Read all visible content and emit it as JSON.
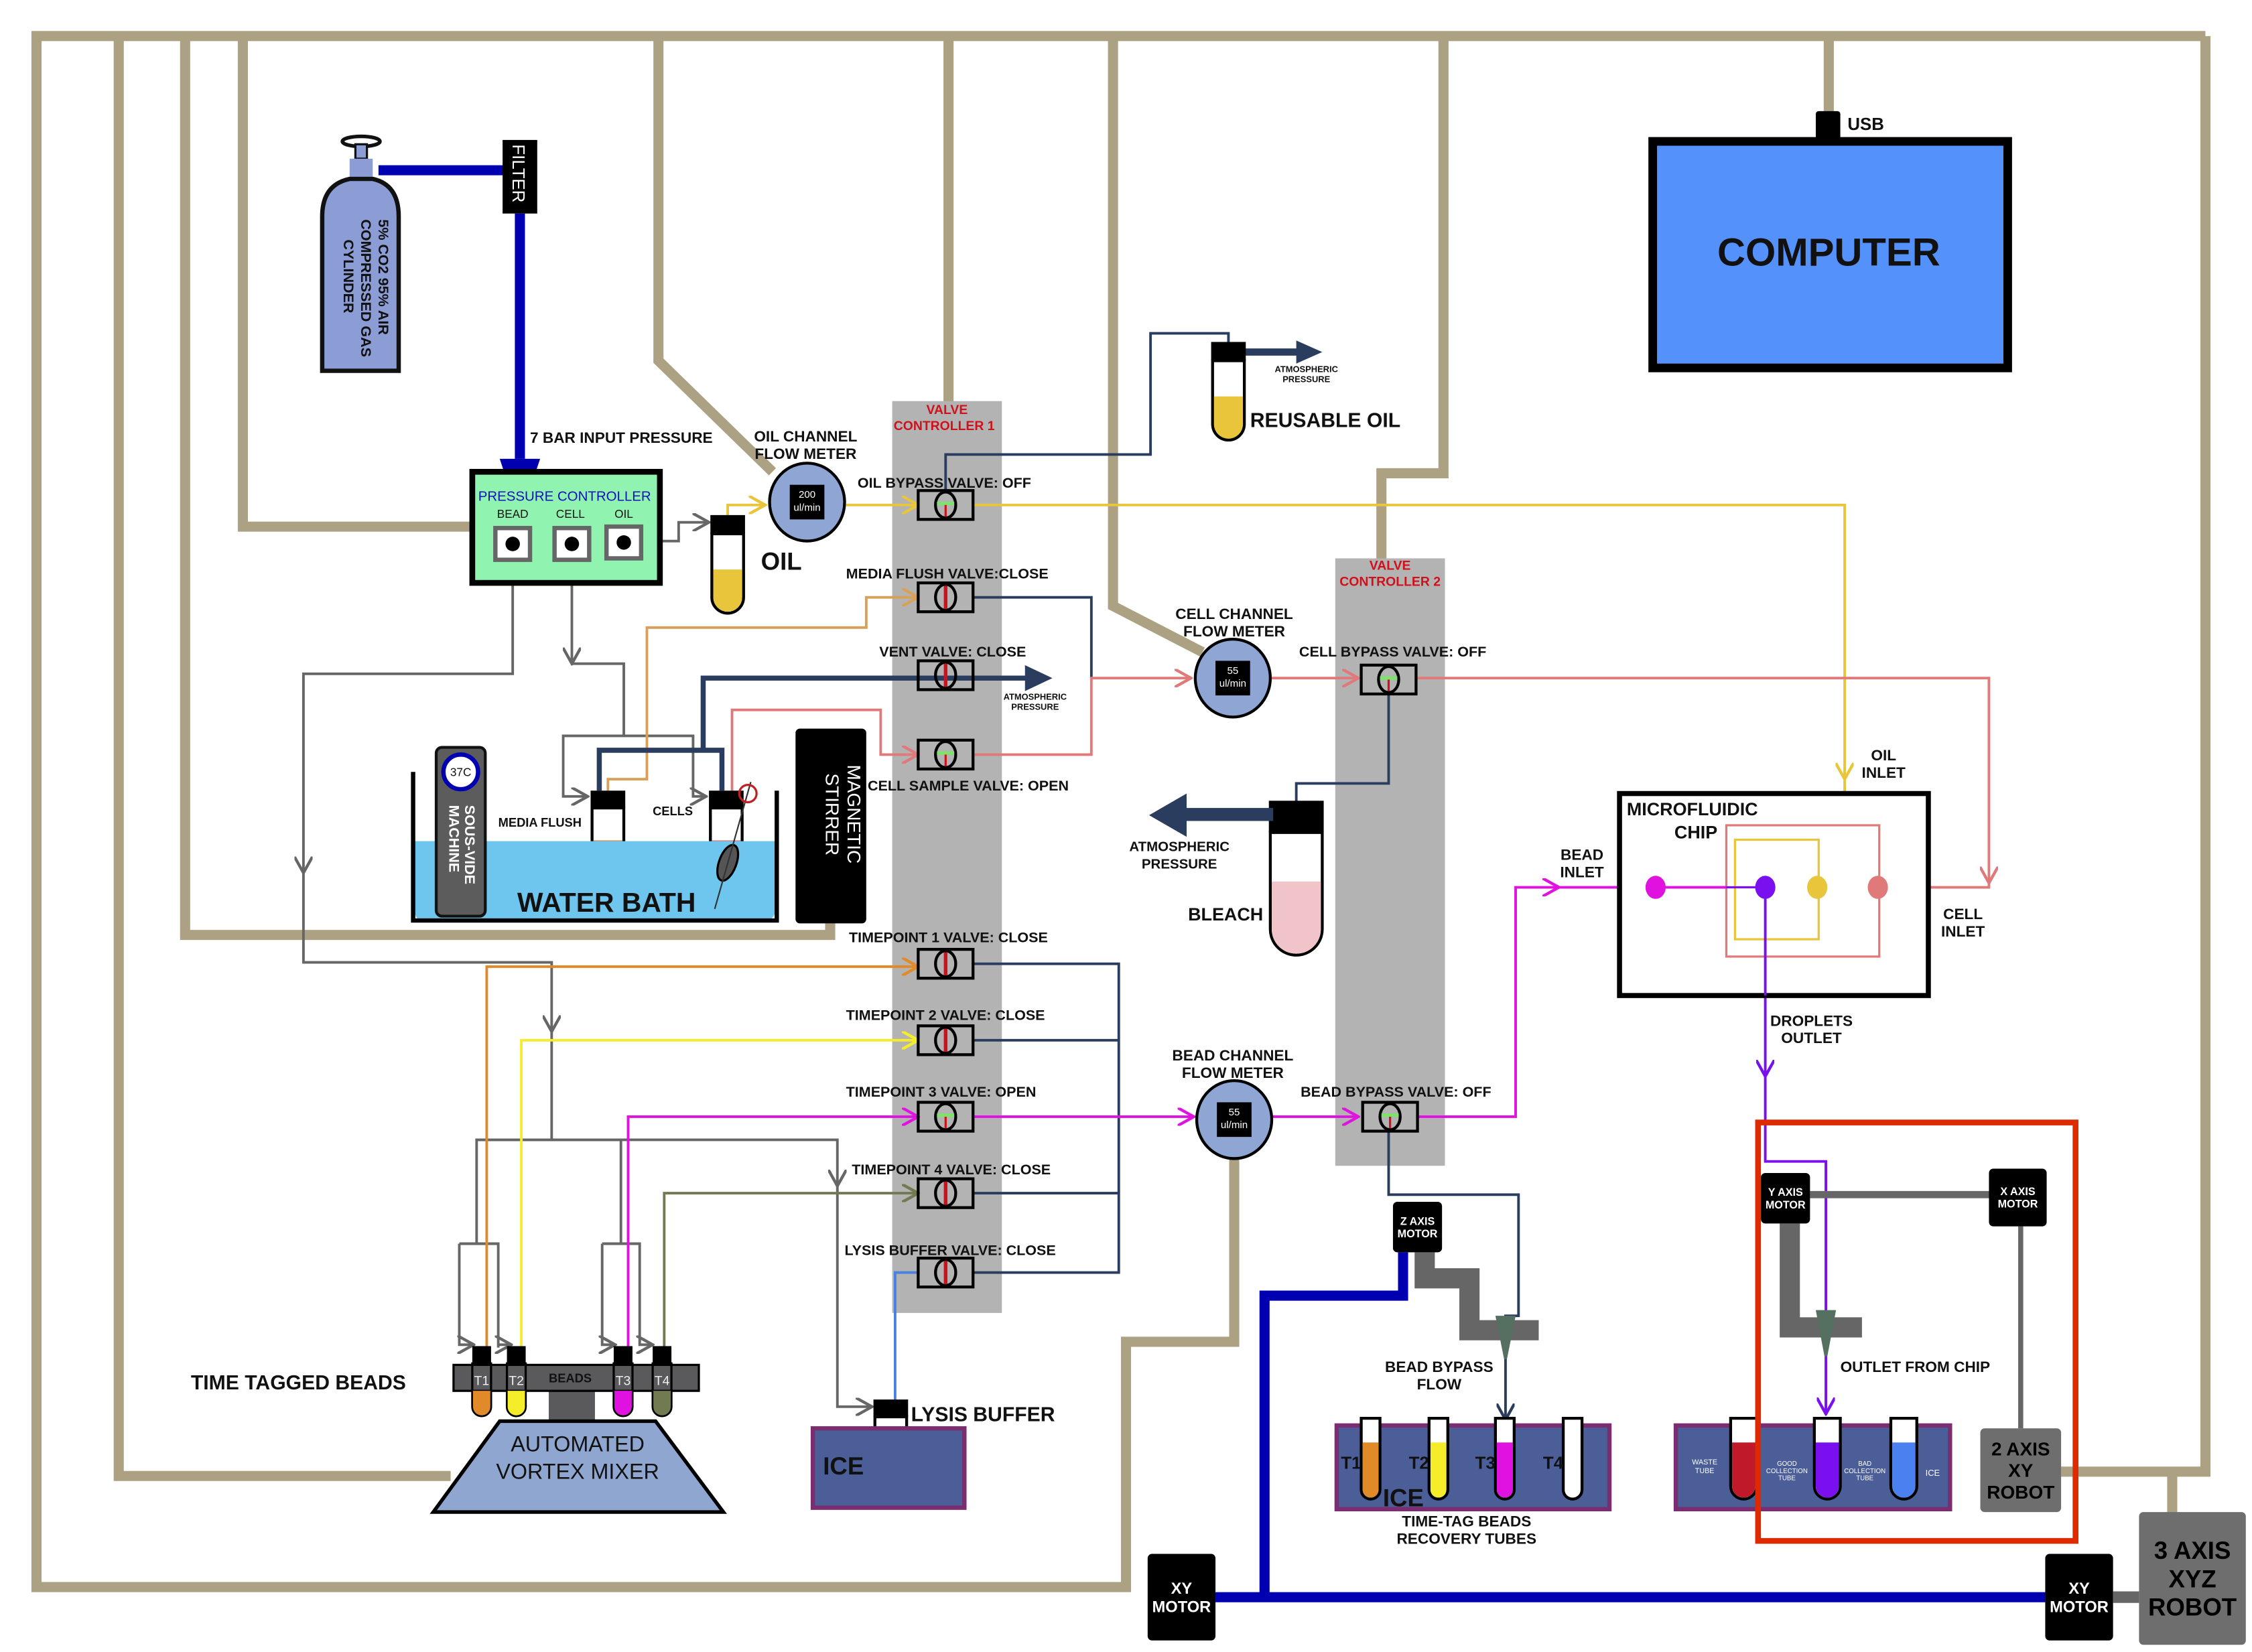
{
  "cylinder": {
    "lines": [
      "5% CO2 95% AIR",
      "COMPRESSED GAS",
      "CYLINDER"
    ]
  },
  "filter": "FILTER",
  "input_pressure": "7 BAR INPUT PRESSURE",
  "pressure_controller": {
    "title": "PRESSURE CONTROLLER",
    "channels": [
      "BEAD",
      "CELL",
      "OIL"
    ]
  },
  "oil_reservoir": "OIL",
  "oil_flow_meter": {
    "label": [
      "OIL CHANNEL",
      "FLOW METER"
    ],
    "value": "200",
    "unit": "ul/min"
  },
  "cell_flow_meter": {
    "label": [
      "CELL CHANNEL",
      "FLOW METER"
    ],
    "value": "55",
    "unit": "ul/min"
  },
  "bead_flow_meter": {
    "label": [
      "BEAD CHANNEL",
      "FLOW METER"
    ],
    "value": "55",
    "unit": "ul/min"
  },
  "valve_controller_1": {
    "title": [
      "VALVE",
      "CONTROLLER 1"
    ]
  },
  "valve_controller_2": {
    "title": [
      "VALVE",
      "CONTROLLER 2"
    ]
  },
  "valves": [
    {
      "label": "OIL BYPASS VALVE: OFF",
      "state": "open"
    },
    {
      "label": "MEDIA FLUSH VALVE:CLOSE",
      "state": "closed"
    },
    {
      "label": "VENT VALVE: CLOSE",
      "state": "closed"
    },
    {
      "label": "CELL SAMPLE VALVE: OPEN",
      "state": "open"
    },
    {
      "label": "TIMEPOINT 1 VALVE: CLOSE",
      "state": "closed"
    },
    {
      "label": "TIMEPOINT 2 VALVE: CLOSE",
      "state": "closed"
    },
    {
      "label": "TIMEPOINT 3 VALVE: OPEN",
      "state": "open"
    },
    {
      "label": "TIMEPOINT 4 VALVE: CLOSE",
      "state": "closed"
    },
    {
      "label": "LYSIS BUFFER VALVE: CLOSE",
      "state": "closed"
    },
    {
      "label": "CELL BYPASS VALVE: OFF",
      "state": "open"
    },
    {
      "label": "BEAD BYPASS VALVE: OFF",
      "state": "open"
    }
  ],
  "atmospheric_pressure": [
    "ATMOSPHERIC",
    "PRESSURE"
  ],
  "reusable_oil": "REUSABLE OIL",
  "computer": {
    "title": "COMPUTER",
    "port": "USB"
  },
  "water_bath": {
    "title": "WATER BATH",
    "sous_vide": [
      "SOUS-VIDE",
      "MACHINE"
    ],
    "temperature": "37C",
    "media_flush": "MEDIA FLUSH",
    "cells": "CELLS",
    "stirrer": [
      "MAGNETIC",
      "STIRRER"
    ]
  },
  "bleach": "BLEACH",
  "chip": {
    "title": [
      "MICROFLUIDIC",
      "CHIP"
    ],
    "oil_inlet": [
      "OIL",
      "INLET"
    ],
    "bead_inlet": [
      "BEAD",
      "INLET"
    ],
    "cell_inlet": [
      "CELL",
      "INLET"
    ],
    "droplets_outlet": [
      "DROPLETS",
      "OUTLET"
    ]
  },
  "vortex": {
    "label": "TIME TAGGED BEADS",
    "rack": [
      "T1",
      "T2",
      "BEADS",
      "T3",
      "T4"
    ],
    "mixer": [
      "AUTOMATED",
      "VORTEX MIXER"
    ]
  },
  "lysis": {
    "label": "LYSIS BUFFER",
    "ice": "ICE"
  },
  "z_motor": [
    "Z AXIS",
    "MOTOR"
  ],
  "bead_bypass_flow": [
    "BEAD BYPASS",
    "FLOW"
  ],
  "recovery": {
    "tubes": [
      "T1",
      "T2",
      "T3",
      "T4"
    ],
    "ice": "ICE",
    "caption": [
      "TIME-TAG BEADS",
      "RECOVERY TUBES"
    ]
  },
  "collection": {
    "waste": [
      "WASTE",
      "TUBE"
    ],
    "good": [
      "GOOD",
      "COLLECTION",
      "TUBE"
    ],
    "bad": [
      "BAD",
      "COLLECTION",
      "TUBE"
    ],
    "ice": "ICE"
  },
  "outlet_from_chip": "OUTLET FROM CHIP",
  "y_motor": [
    "Y AXIS",
    "MOTOR"
  ],
  "x_motor": [
    "X AXIS",
    "MOTOR"
  ],
  "robot_2axis": [
    "2 AXIS",
    "XY",
    "ROBOT"
  ],
  "robot_3axis": [
    "3 AXIS",
    "XYZ",
    "ROBOT"
  ],
  "xy_motor": [
    "XY",
    "MOTOR"
  ],
  "colors": {
    "frame": "#ada184",
    "gas": "#0000b0",
    "oil": "#e8c53a",
    "cell": "#e07a7a",
    "bead": "#e012e0",
    "droplets": "#7a10f0",
    "navy": "#2b3d5e",
    "highlight": "#dd2a00",
    "computer": "#5591fb"
  }
}
